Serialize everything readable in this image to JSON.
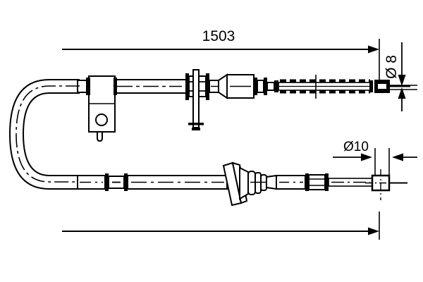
{
  "drawing": {
    "type": "technical-line-drawing",
    "subject": "brake-cable",
    "background_color": "#ffffff",
    "line_color": "#000000",
    "dimensions": {
      "overall_length": {
        "label": "1503",
        "icon": "dimension-arrow-right"
      },
      "upper_end_diameter": {
        "label": "Ø 8",
        "icon": "diameter-symbol",
        "orientation": "vertical-rotated"
      },
      "lower_end_diameter": {
        "label": "Ø10",
        "icon": "diameter-symbol",
        "orientation": "horizontal"
      },
      "lower_length": {
        "label": "",
        "icon": "dimension-arrow-right"
      }
    },
    "components": {
      "upper_sheath": "upper-cable-sheath",
      "lower_sheath": "lower-cable-sheath",
      "u_bend": "cable-u-bend",
      "mounting_bracket": "mounting-bracket-with-hole",
      "equalizer_fitting": "equalizer-fitting",
      "vertical_pin": "vertical-pin",
      "tapered_sleeve": "tapered-sleeve",
      "threaded_rod": "threaded-adjuster-rod",
      "upper_end_terminal": "upper-end-terminal",
      "rubber_boot": "rubber-boot-grommet",
      "lower_ferrule": "lower-ferrule",
      "lower_clip": "lower-cable-clip",
      "lower_end_terminal": "lower-end-terminal"
    }
  }
}
